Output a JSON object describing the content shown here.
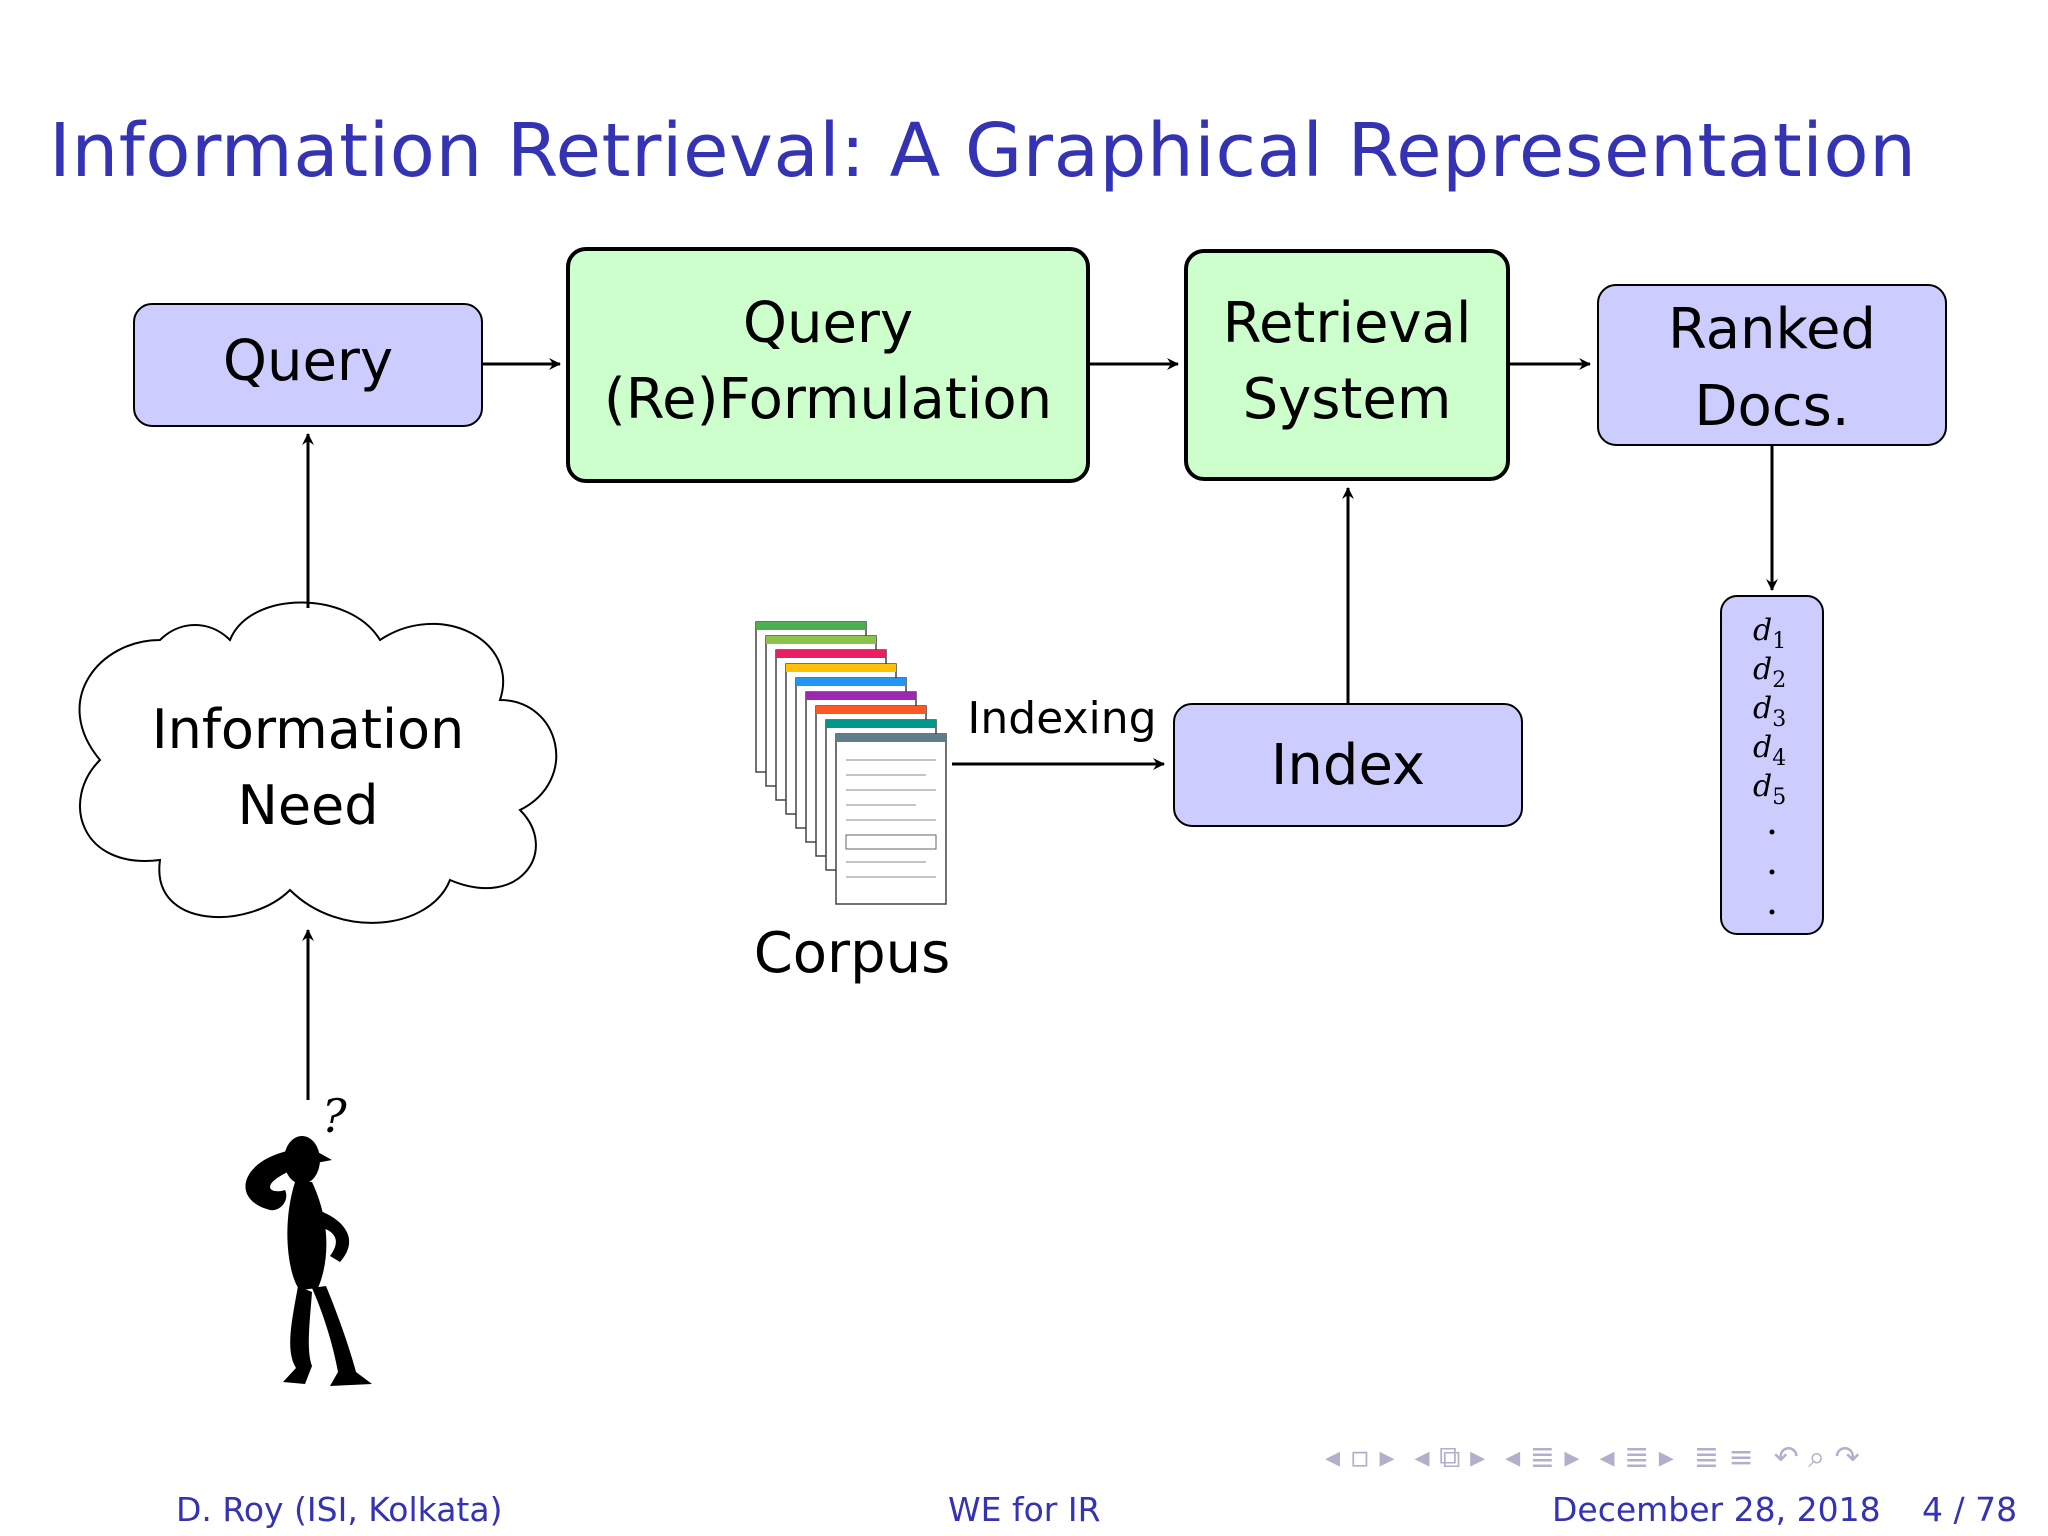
{
  "slide": {
    "title": "Information Retrieval: A Graphical Representation"
  },
  "diagram": {
    "nodes": {
      "query": "Query",
      "reformulation_line1": "Query",
      "reformulation_line2": "(Re)Formulation",
      "retrieval_line1": "Retrieval",
      "retrieval_line2": "System",
      "ranked_line1": "Ranked",
      "ranked_line2": "Docs.",
      "info_need_line1": "Information",
      "info_need_line2": "Need",
      "index": "Index",
      "corpus": "Corpus"
    },
    "edges": {
      "indexing": "Indexing"
    },
    "ranked_list": {
      "prefix": "d",
      "subscripts": [
        "1",
        "2",
        "3",
        "4",
        "5"
      ]
    },
    "person_symbol": "?"
  },
  "footer": {
    "author": "D. Roy  (ISI, Kolkata)",
    "short_title": "WE for IR",
    "date": "December 28, 2018",
    "page": "4 / 78"
  },
  "colors": {
    "title": "#3333b3",
    "blue_box": "#ccccff",
    "green_box": "#ccffcc",
    "nav": "#b0b0cc"
  },
  "icons": [
    "nav-prev-icon",
    "nav-frame-icon",
    "nav-next-icon",
    "nav-section-icon",
    "nav-search-icon",
    "nav-refresh-icon"
  ]
}
